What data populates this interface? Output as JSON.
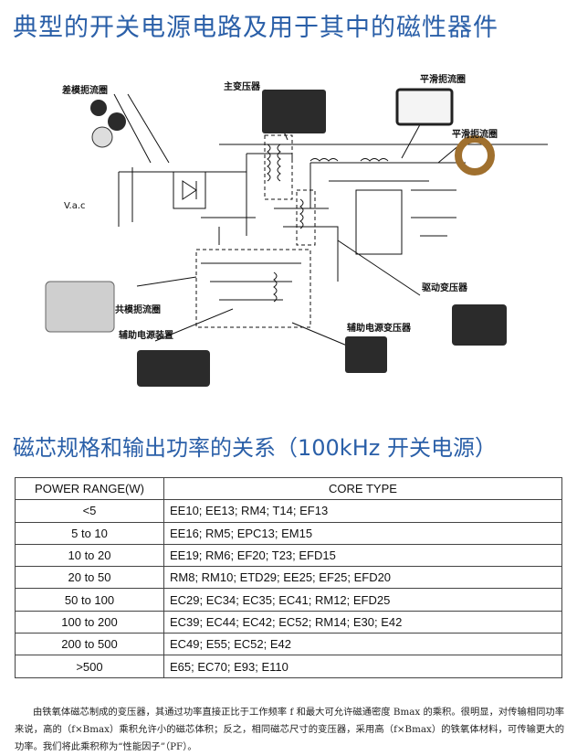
{
  "title": "典型的开关电源电路及用于其中的磁性器件",
  "figure_labels": {
    "diff_mode_choke": "差模扼流圈",
    "main_transformer": "主变压器",
    "smoothing_choke_1": "平滑扼流圈",
    "smoothing_choke_2": "平滑扼流圈",
    "vac": "V.a.c",
    "common_mode_choke": "共模扼流圈",
    "aux_power_unit": "辅助电源装置",
    "drive_transformer": "驱动变压器",
    "aux_power_transformer": "辅助电源变压器"
  },
  "section_title": "磁芯规格和输出功率的关系（100kHz 开关电源）",
  "table": {
    "headers": [
      "POWER RANGE(W)",
      "CORE TYPE"
    ],
    "rows": [
      {
        "power": "<5",
        "core": "EE10; EE13; RM4; T14; EF13"
      },
      {
        "power": "5 to 10",
        "core": "EE16; RM5; EPC13; EM15"
      },
      {
        "power": "10 to 20",
        "core": "EE19; RM6; EF20; T23; EFD15"
      },
      {
        "power": "20 to 50",
        "core": "RM8; RM10; ETD29; EE25; EF25; EFD20"
      },
      {
        "power": "50 to 100",
        "core": "EC29; EC34; EC35; EC41; RM12; EFD25"
      },
      {
        "power": "100 to 200",
        "core": "EC39; EC44; EC42; EC52; RM14; E30;  E42"
      },
      {
        "power": "200 to 500",
        "core": "EC49; E55; EC52; E42"
      },
      {
        "power": ">500",
        "core": "E65; EC70; E93; E110"
      }
    ]
  },
  "paragraph": "由铁氧体磁芯制成的变压器，其通过功率直接正比于工作频率 f 和最大可允许磁通密度 Bmax 的乘积。很明显，对传输相同功率来说，高的（f×Bmax）乘积允许小的磁芯体积；反之，相同磁芯尺寸的变压器，采用高（f×Bmax）的铁氧体材料，可传输更大的功率。我们将此乘积称为“性能因子”（PF）。",
  "colors": {
    "title": "#2a5fa8",
    "border": "#444444"
  }
}
